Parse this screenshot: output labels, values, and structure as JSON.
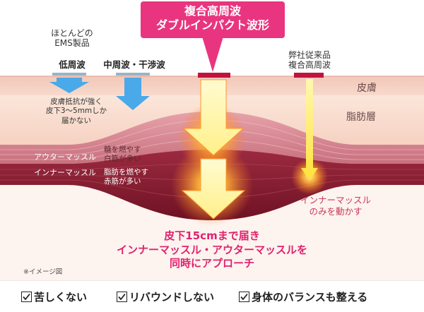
{
  "callout": {
    "line1": "複合高周波",
    "line2": "ダブルインパクト波形"
  },
  "left": {
    "ems_line1": "ほとんどの",
    "ems_line2": "EMS製品",
    "low_freq": "低周波",
    "mid_freq": "中周波・干渉波",
    "skin_resist_1": "皮膚抵抗が強く",
    "skin_resist_2": "皮下3〜5mmしか",
    "skin_resist_3": "届かない"
  },
  "right": {
    "ours_line1": "弊社従来品",
    "ours_line2": "複合高周波",
    "inner_only_1": "インナーマッスル",
    "inner_only_2": "のみを動かす"
  },
  "layers": {
    "skin": "皮膚",
    "fat": "脂肪層",
    "outer_muscle": "アウターマッスル",
    "inner_muscle": "インナーマッスル"
  },
  "effects": {
    "sugar_1": "糖を燃やす",
    "sugar_2": "白筋が多い",
    "fatburn_1": "脂肪を燃やす",
    "fatburn_2": "赤筋が多い"
  },
  "reach": {
    "line1": "皮下15cmまで届き",
    "line2": "インナーマッスル・アウターマッスルを",
    "line3": "同時にアプローチ"
  },
  "note": "※イメージ図",
  "features": [
    {
      "label": "苦しくない"
    },
    {
      "label": "リバウンドしない"
    },
    {
      "label": "身体のバランスも整える"
    }
  ],
  "colors": {
    "accent": "#e9357f",
    "skin": "#f6d3c6",
    "fat": "#fbe3d6",
    "outer_muscle": "#d98a96",
    "inner_muscle": "#8c1e34",
    "arrow_blue": "#4aa9e8",
    "arrow_yellow": "#fff7a0"
  },
  "icons": {
    "checkbox": "checkbox-icon"
  }
}
